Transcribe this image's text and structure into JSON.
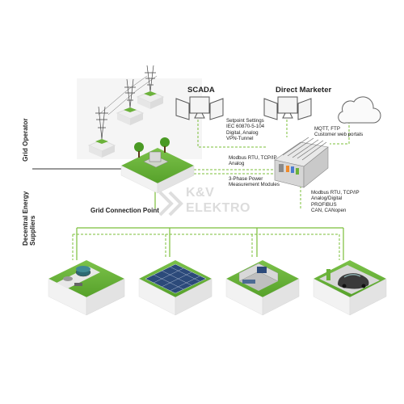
{
  "labels": {
    "scada": "SCADA",
    "direct_marketer": "Direct Marketer",
    "grid_operator": "Grid Operator",
    "decentral": "Decentral Energy Suppliers",
    "grid_connection_point": "Grid Connection Point",
    "setpoint": "Setpoint Settings\nIEC 60870-5-104\nDigital, Analog\nVPN-Tunnel",
    "mqtt": "MQTT, FTP\nCustomer web portals",
    "modbus_analog": "Modbus RTU, TCP/IP\nAnalog",
    "three_phase": "3-Phase Power\nMeasurement Modules",
    "modbus_list": "Modbus RTU, TCP/IP\nAnalog/Digital\nPROFIBUS\nCAN, CANopen"
  },
  "watermark": {
    "line1": "K&V",
    "line2": "ELEKTRO"
  },
  "colors": {
    "line_green": "#7bbf3a",
    "tile_green": "#5aa62c",
    "bg": "#ffffff"
  }
}
